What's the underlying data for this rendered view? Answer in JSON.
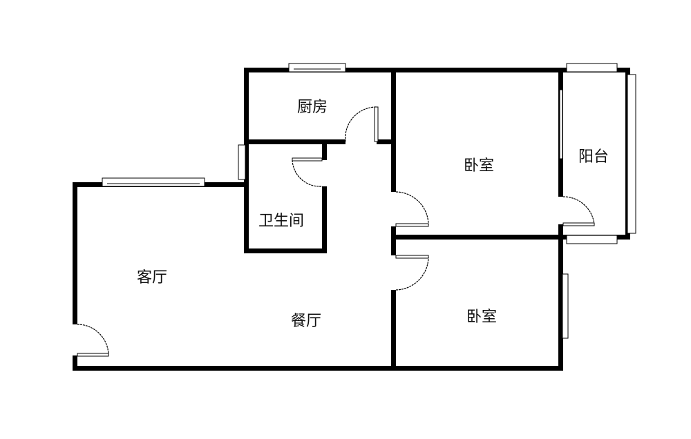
{
  "colors": {
    "wall": "#000000",
    "background": "#ffffff"
  },
  "rooms": {
    "kitchen": "厨房",
    "bedroom_1": "卧室",
    "balcony": "阳台",
    "bathroom": "卫生间",
    "living_room": "客厅",
    "dining_room": "餐厅",
    "bedroom_2": "卧室"
  }
}
